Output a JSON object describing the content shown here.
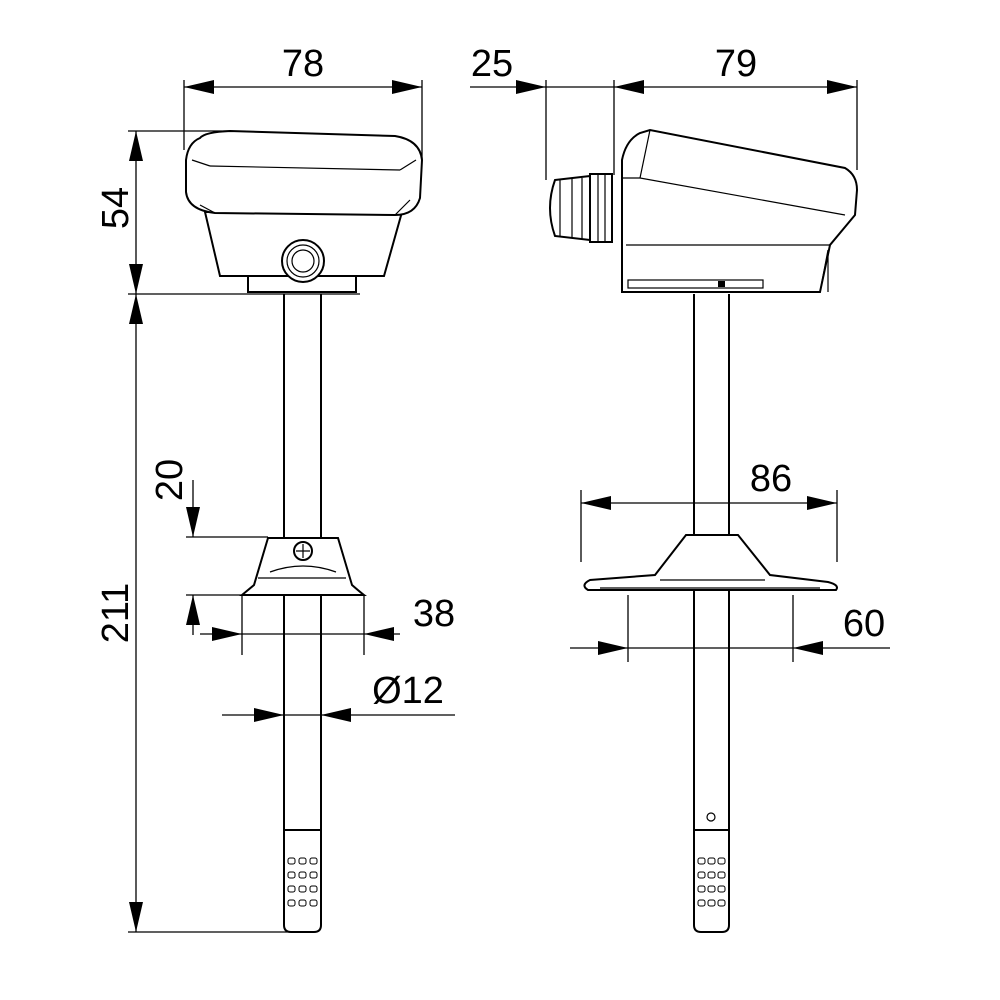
{
  "dimensions": {
    "front_width": "78",
    "front_housing_height": "54",
    "total_probe_length": "211",
    "flange_height": "20",
    "flange_width": "38",
    "probe_diameter": "Ø12",
    "gland_length": "25",
    "side_depth": "79",
    "flange_outer_diameter": "86",
    "flange_inner_diameter": "60"
  }
}
